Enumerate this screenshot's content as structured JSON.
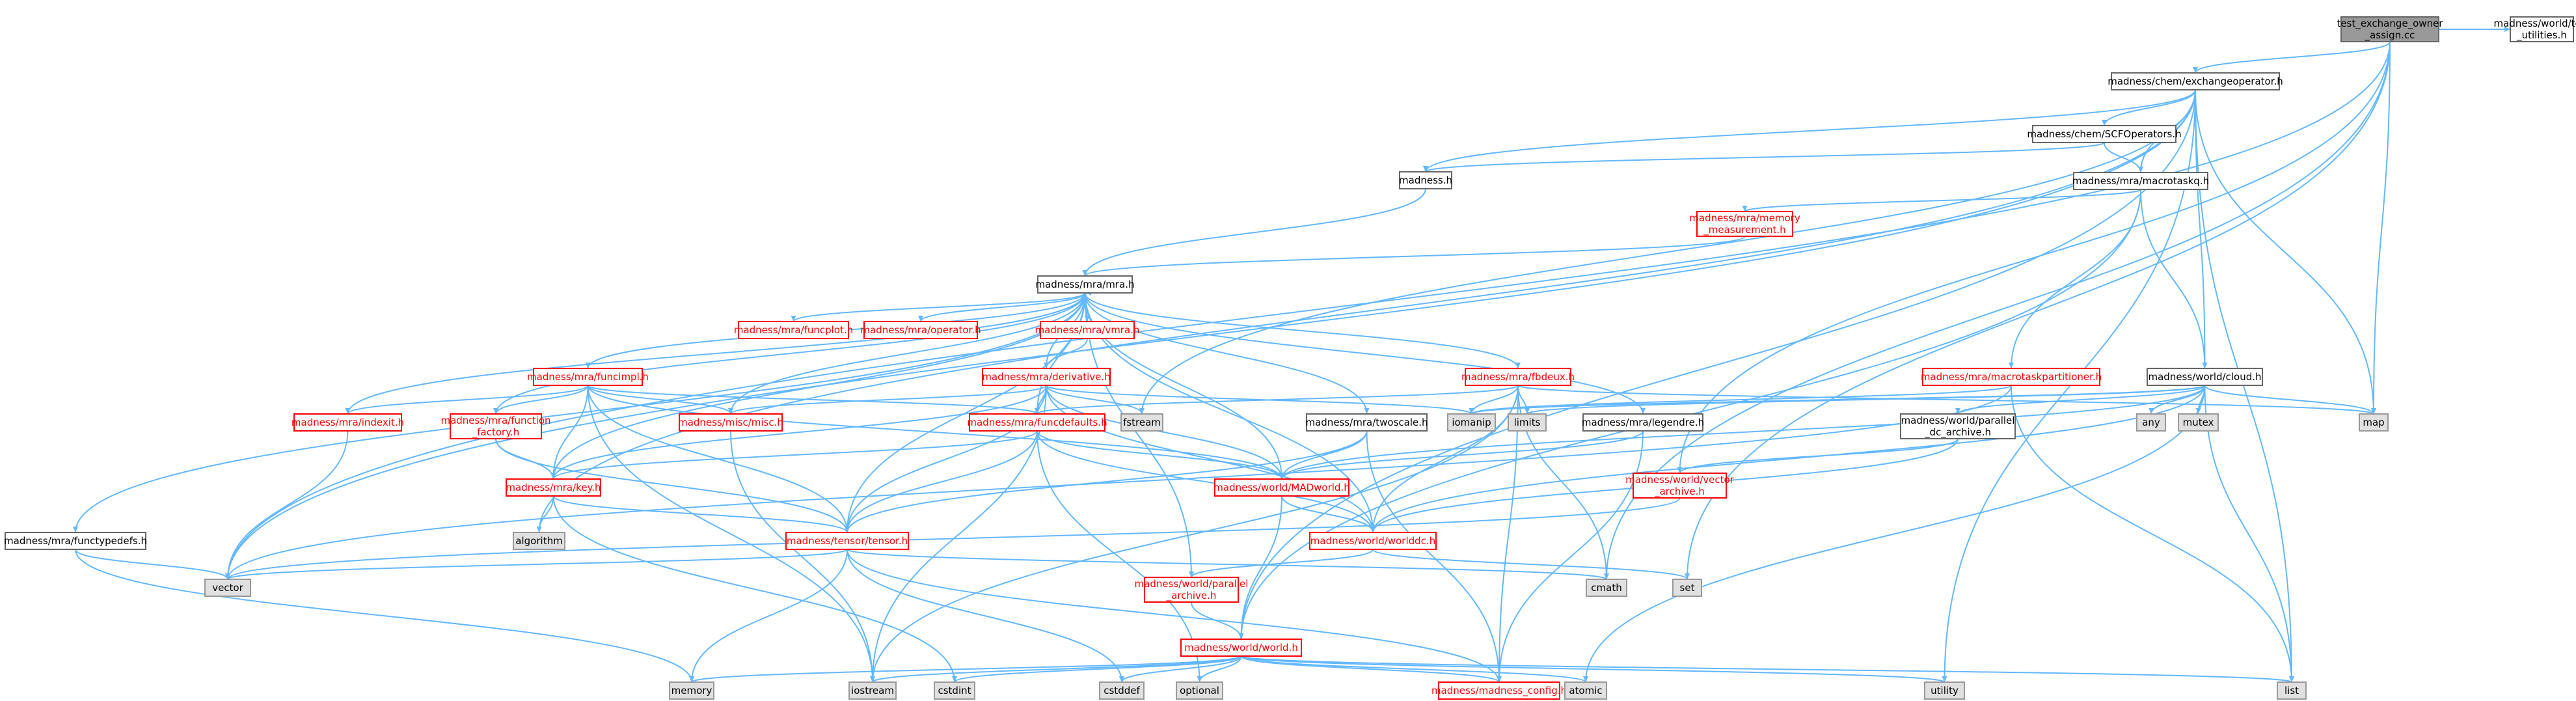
{
  "colors": {
    "edge": "#63b8ff",
    "root_fill": "#999999",
    "root_text": "#000000",
    "plain_fill": "#ffffff",
    "plain_stroke": "#666666",
    "plain_text": "#000000",
    "red_fill": "#ffffff",
    "red_stroke": "#ff0000",
    "red_text": "#ff0000",
    "sys_fill": "#e0e0e0",
    "sys_stroke": "#999999",
    "sys_text": "#000000"
  },
  "nodes": [
    {
      "id": "root",
      "lines": [
        "test_exchange_owner",
        "_assign.cc"
      ],
      "kind": "root"
    },
    {
      "id": "exchop",
      "lines": [
        "madness/chem/exchangeoperator.h"
      ],
      "kind": "plain"
    },
    {
      "id": "testutil",
      "lines": [
        "madness/world/test",
        "_utilities.h"
      ],
      "kind": "plain"
    },
    {
      "id": "scfops",
      "lines": [
        "madness/chem/SCFOperators.h"
      ],
      "kind": "plain"
    },
    {
      "id": "madnessh",
      "lines": [
        "madness.h"
      ],
      "kind": "plain"
    },
    {
      "id": "macrotaskq",
      "lines": [
        "madness/mra/macrotaskq.h"
      ],
      "kind": "plain"
    },
    {
      "id": "memmeas",
      "lines": [
        "madness/mra/memory",
        "_measurement.h"
      ],
      "kind": "red"
    },
    {
      "id": "mra",
      "lines": [
        "madness/mra/mra.h"
      ],
      "kind": "plain"
    },
    {
      "id": "funcplot",
      "lines": [
        "madness/mra/funcplot.h"
      ],
      "kind": "red"
    },
    {
      "id": "operator",
      "lines": [
        "madness/mra/operator.h"
      ],
      "kind": "red"
    },
    {
      "id": "vmra",
      "lines": [
        "madness/mra/vmra.h"
      ],
      "kind": "red"
    },
    {
      "id": "funcimpl",
      "lines": [
        "madness/mra/funcimpl.h"
      ],
      "kind": "red"
    },
    {
      "id": "derivative",
      "lines": [
        "madness/mra/derivative.h"
      ],
      "kind": "red"
    },
    {
      "id": "fbdeux",
      "lines": [
        "madness/mra/fbdeux.h"
      ],
      "kind": "red"
    },
    {
      "id": "mtpart",
      "lines": [
        "madness/mra/macrotaskpartitioner.h"
      ],
      "kind": "red"
    },
    {
      "id": "cloud",
      "lines": [
        "madness/world/cloud.h"
      ],
      "kind": "plain"
    },
    {
      "id": "indexit",
      "lines": [
        "madness/mra/indexit.h"
      ],
      "kind": "red"
    },
    {
      "id": "funcfactory",
      "lines": [
        "madness/mra/function",
        "_factory.h"
      ],
      "kind": "red"
    },
    {
      "id": "misc",
      "lines": [
        "madness/misc/misc.h"
      ],
      "kind": "red"
    },
    {
      "id": "funcdefaults",
      "lines": [
        "madness/mra/funcdefaults.h"
      ],
      "kind": "red"
    },
    {
      "id": "fstream",
      "lines": [
        "fstream"
      ],
      "kind": "sys"
    },
    {
      "id": "twoscale",
      "lines": [
        "madness/mra/twoscale.h"
      ],
      "kind": "plain"
    },
    {
      "id": "iomanip",
      "lines": [
        "iomanip"
      ],
      "kind": "sys"
    },
    {
      "id": "limits",
      "lines": [
        "limits"
      ],
      "kind": "sys"
    },
    {
      "id": "legendre",
      "lines": [
        "madness/mra/legendre.h"
      ],
      "kind": "plain"
    },
    {
      "id": "any",
      "lines": [
        "any"
      ],
      "kind": "sys"
    },
    {
      "id": "mutex",
      "lines": [
        "mutex"
      ],
      "kind": "sys"
    },
    {
      "id": "map",
      "lines": [
        "map"
      ],
      "kind": "sys"
    },
    {
      "id": "pardc",
      "lines": [
        "madness/world/parallel",
        "_dc_archive.h"
      ],
      "kind": "plain"
    },
    {
      "id": "functypedefs",
      "lines": [
        "madness/mra/functypedefs.h"
      ],
      "kind": "plain"
    },
    {
      "id": "key",
      "lines": [
        "madness/mra/key.h"
      ],
      "kind": "red"
    },
    {
      "id": "madworld",
      "lines": [
        "madness/world/MADworld.h"
      ],
      "kind": "red"
    },
    {
      "id": "vecarch",
      "lines": [
        "madness/world/vector",
        "_archive.h"
      ],
      "kind": "red"
    },
    {
      "id": "algorithm",
      "lines": [
        "algorithm"
      ],
      "kind": "sys"
    },
    {
      "id": "tensor",
      "lines": [
        "madness/tensor/tensor.h"
      ],
      "kind": "red"
    },
    {
      "id": "worlddc",
      "lines": [
        "madness/world/worlddc.h"
      ],
      "kind": "red"
    },
    {
      "id": "vector",
      "lines": [
        "vector"
      ],
      "kind": "sys"
    },
    {
      "id": "cmath",
      "lines": [
        "cmath"
      ],
      "kind": "sys"
    },
    {
      "id": "set",
      "lines": [
        "set"
      ],
      "kind": "sys"
    },
    {
      "id": "pararch",
      "lines": [
        "madness/world/parallel",
        "_archive.h"
      ],
      "kind": "red"
    },
    {
      "id": "world",
      "lines": [
        "madness/world/world.h"
      ],
      "kind": "red"
    },
    {
      "id": "memory",
      "lines": [
        "memory"
      ],
      "kind": "sys"
    },
    {
      "id": "iostream",
      "lines": [
        "iostream"
      ],
      "kind": "sys"
    },
    {
      "id": "cstdint",
      "lines": [
        "cstdint"
      ],
      "kind": "sys"
    },
    {
      "id": "cstddef",
      "lines": [
        "cstddef"
      ],
      "kind": "sys"
    },
    {
      "id": "optional",
      "lines": [
        "optional"
      ],
      "kind": "sys"
    },
    {
      "id": "config",
      "lines": [
        "madness/madness_config.h"
      ],
      "kind": "red"
    },
    {
      "id": "atomic",
      "lines": [
        "atomic"
      ],
      "kind": "sys"
    },
    {
      "id": "utility",
      "lines": [
        "utility"
      ],
      "kind": "sys"
    },
    {
      "id": "list",
      "lines": [
        "list"
      ],
      "kind": "sys"
    }
  ],
  "edges": [
    [
      "root",
      "exchop"
    ],
    [
      "root",
      "testutil"
    ],
    [
      "root",
      "map"
    ],
    [
      "root",
      "vector"
    ],
    [
      "root",
      "cmath"
    ],
    [
      "root",
      "set"
    ],
    [
      "root",
      "vecarch"
    ],
    [
      "exchop",
      "scfops"
    ],
    [
      "exchop",
      "madnessh"
    ],
    [
      "exchop",
      "macrotaskq"
    ],
    [
      "exchop",
      "cloud"
    ],
    [
      "exchop",
      "vector"
    ],
    [
      "exchop",
      "algorithm"
    ],
    [
      "exchop",
      "fstream"
    ],
    [
      "exchop",
      "map"
    ],
    [
      "exchop",
      "utility"
    ],
    [
      "exchop",
      "list"
    ],
    [
      "exchop",
      "world"
    ],
    [
      "scfops",
      "madnessh"
    ],
    [
      "scfops",
      "macrotaskq"
    ],
    [
      "madnessh",
      "mra"
    ],
    [
      "macrotaskq",
      "memmeas"
    ],
    [
      "macrotaskq",
      "mtpart"
    ],
    [
      "macrotaskq",
      "cloud"
    ],
    [
      "macrotaskq",
      "world"
    ],
    [
      "memmeas",
      "mra"
    ],
    [
      "mra",
      "funcplot"
    ],
    [
      "mra",
      "operator"
    ],
    [
      "mra",
      "vmra"
    ],
    [
      "mra",
      "funcimpl"
    ],
    [
      "mra",
      "derivative"
    ],
    [
      "mra",
      "fbdeux"
    ],
    [
      "mra",
      "indexit"
    ],
    [
      "mra",
      "funcfactory"
    ],
    [
      "mra",
      "misc"
    ],
    [
      "mra",
      "funcdefaults"
    ],
    [
      "mra",
      "twoscale"
    ],
    [
      "mra",
      "legendre"
    ],
    [
      "mra",
      "functypedefs"
    ],
    [
      "mra",
      "key"
    ],
    [
      "mra",
      "madworld"
    ],
    [
      "mra",
      "tensor"
    ],
    [
      "mra",
      "pararch"
    ],
    [
      "mra",
      "worlddc"
    ],
    [
      "vmra",
      "mra"
    ],
    [
      "vmra",
      "derivative"
    ],
    [
      "funcimpl",
      "indexit"
    ],
    [
      "funcimpl",
      "funcfactory"
    ],
    [
      "funcimpl",
      "misc"
    ],
    [
      "funcimpl",
      "funcdefaults"
    ],
    [
      "funcimpl",
      "key"
    ],
    [
      "funcimpl",
      "madworld"
    ],
    [
      "funcimpl",
      "tensor"
    ],
    [
      "funcimpl",
      "iostream"
    ],
    [
      "derivative",
      "misc"
    ],
    [
      "derivative",
      "funcdefaults"
    ],
    [
      "derivative",
      "fstream"
    ],
    [
      "derivative",
      "iomanip"
    ],
    [
      "derivative",
      "key"
    ],
    [
      "derivative",
      "madworld"
    ],
    [
      "derivative",
      "tensor"
    ],
    [
      "derivative",
      "worlddc"
    ],
    [
      "derivative",
      "iostream"
    ],
    [
      "fbdeux",
      "funcdefaults"
    ],
    [
      "fbdeux",
      "iomanip"
    ],
    [
      "fbdeux",
      "limits"
    ],
    [
      "fbdeux",
      "map"
    ],
    [
      "fbdeux",
      "worlddc"
    ],
    [
      "fbdeux",
      "cmath"
    ],
    [
      "fbdeux",
      "config"
    ],
    [
      "fbdeux",
      "iostream"
    ],
    [
      "mtpart",
      "list"
    ],
    [
      "mtpart",
      "vector"
    ],
    [
      "mtpart",
      "iomanip"
    ],
    [
      "cloud",
      "iomanip"
    ],
    [
      "cloud",
      "limits"
    ],
    [
      "cloud",
      "any"
    ],
    [
      "cloud",
      "mutex"
    ],
    [
      "cloud",
      "map"
    ],
    [
      "cloud",
      "pardc"
    ],
    [
      "cloud",
      "madworld"
    ],
    [
      "cloud",
      "worlddc"
    ],
    [
      "cloud",
      "list"
    ],
    [
      "cloud",
      "atomic"
    ],
    [
      "indexit",
      "vector"
    ],
    [
      "funcfactory",
      "key"
    ],
    [
      "funcfactory",
      "tensor"
    ],
    [
      "misc",
      "iostream"
    ],
    [
      "funcdefaults",
      "key"
    ],
    [
      "funcdefaults",
      "madworld"
    ],
    [
      "funcdefaults",
      "tensor"
    ],
    [
      "funcdefaults",
      "worlddc"
    ],
    [
      "funcdefaults",
      "optional"
    ],
    [
      "twoscale",
      "madworld"
    ],
    [
      "twoscale",
      "tensor"
    ],
    [
      "twoscale",
      "config"
    ],
    [
      "legendre",
      "madworld"
    ],
    [
      "legendre",
      "config"
    ],
    [
      "pardc",
      "worlddc"
    ],
    [
      "pardc",
      "vecarch"
    ],
    [
      "functypedefs",
      "vector"
    ],
    [
      "functypedefs",
      "memory"
    ],
    [
      "key",
      "tensor"
    ],
    [
      "key",
      "algorithm"
    ],
    [
      "key",
      "cstdint"
    ],
    [
      "madworld",
      "worlddc"
    ],
    [
      "madworld",
      "world"
    ],
    [
      "vecarch",
      "vector"
    ],
    [
      "tensor",
      "vector"
    ],
    [
      "tensor",
      "cmath"
    ],
    [
      "tensor",
      "memory"
    ],
    [
      "tensor",
      "cstddef"
    ],
    [
      "tensor",
      "config"
    ],
    [
      "worlddc",
      "set"
    ],
    [
      "worlddc",
      "pararch"
    ],
    [
      "pararch",
      "world"
    ],
    [
      "world",
      "memory"
    ],
    [
      "world",
      "iostream"
    ],
    [
      "world",
      "cstdint"
    ],
    [
      "world",
      "cstddef"
    ],
    [
      "world",
      "optional"
    ],
    [
      "world",
      "config"
    ],
    [
      "world",
      "atomic"
    ],
    [
      "world",
      "utility"
    ],
    [
      "world",
      "list"
    ]
  ]
}
